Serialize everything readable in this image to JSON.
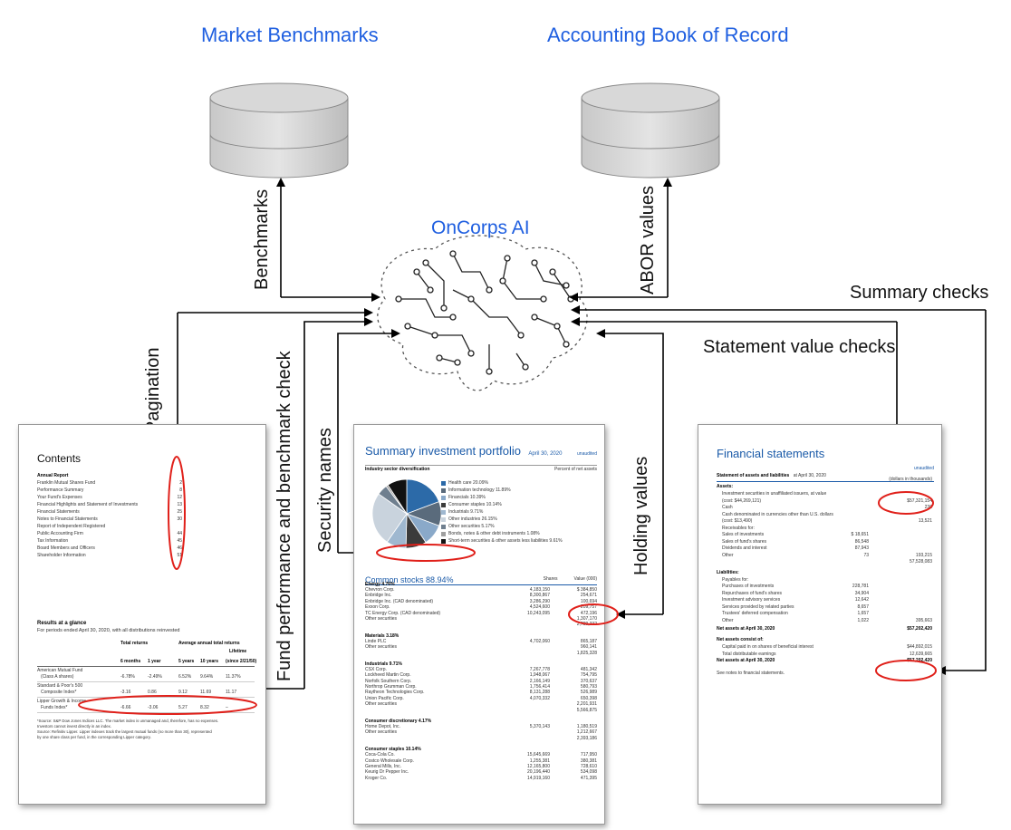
{
  "titles": {
    "market_benchmarks": "Market Benchmarks",
    "abor": "Accounting Book of Record",
    "oncorps": "OnCorps AI"
  },
  "flow_labels": {
    "benchmarks": "Benchmarks",
    "abor_values": "ABOR values",
    "summary_checks": "Summary checks",
    "statement_value_checks": "Statement value checks",
    "pagination": "Pagination",
    "fund_performance": "Fund performance and benchmark check",
    "security_names": "Security names",
    "holding_values": "Holding values"
  },
  "doc1": {
    "title": "Contents",
    "section": "Annual Report",
    "items": [
      {
        "label": "Franklin Mutual Shares Fund",
        "page": "2"
      },
      {
        "label": "Performance Summary",
        "page": "8"
      },
      {
        "label": "Your Fund's Expenses",
        "page": "12"
      },
      {
        "label": "Financial Highlights and Statement of Investments",
        "page": "13"
      },
      {
        "label": "Financial Statements",
        "page": "25"
      },
      {
        "label": "Notes to Financial Statements",
        "page": "30"
      },
      {
        "label": "Report of Independent Registered",
        "page": ""
      },
      {
        "label": "Public Accounting Firm",
        "page": "44"
      },
      {
        "label": "Tax Information",
        "page": "45"
      },
      {
        "label": "Board Members and Officers",
        "page": "46"
      },
      {
        "label": "Shareholder Information",
        "page": "51"
      }
    ],
    "results_title": "Results at a glance",
    "results_sub": "For periods ended April 30, 2020, with all distributions reinvested",
    "head_total": "Total returns",
    "head_avg": "Average annual total returns",
    "head_lifetime": "Lifetime",
    "cols": [
      "6 months",
      "1 year",
      "5 years",
      "10 years",
      "(since 2/21/50)"
    ],
    "rows": [
      {
        "name": "American Mutual Fund",
        "sub": "(Class A shares)",
        "vals": [
          "-6.78%",
          "-2.49%",
          "6.52%",
          "9.64%",
          "11.37%"
        ]
      },
      {
        "name": "Standard & Poor's 500",
        "sub": "Composite Index*",
        "vals": [
          "-3.16",
          "0.86",
          "9.12",
          "11.69",
          "11.17"
        ]
      },
      {
        "name": "Lipper Growth & Income",
        "sub": "Funds Index*",
        "vals": [
          "-6.66",
          "-3.06",
          "5.27",
          "8.32",
          "–"
        ]
      }
    ],
    "note1": "*Source: S&P Dow Jones Indices LLC. The market index is unmanaged and, therefore, has no expenses.",
    "note2": "Investors cannot invest directly in an index.",
    "note3": "Source: Refinitiv Lipper. Lipper indexes track the largest mutual funds (no more than 30), represented",
    "note4": "by one share class per fund, in the corresponding Lipper category."
  },
  "doc2": {
    "title": "Summary investment portfolio",
    "date": "April 30, 2020",
    "unaudited": "unaudited",
    "div_label": "Industry sector diversification",
    "div_right": "Percent of net assets",
    "legend": [
      {
        "label": "Health care  20.09%",
        "color": "#2c6aa8"
      },
      {
        "label": "Information technology  11.89%",
        "color": "#5a6b7c"
      },
      {
        "label": "Financials  10.39%",
        "color": "#8aa9c9"
      },
      {
        "label": "Consumer staples  10.14%",
        "color": "#3b3b3b"
      },
      {
        "label": "Industrials  9.71%",
        "color": "#9fb8d0"
      },
      {
        "label": "Other industries  26.15%",
        "color": "#c9d3dd"
      },
      {
        "label": "Other securities  5.17%",
        "color": "#6f7f8f"
      },
      {
        "label": "Bonds, notes & other debt instruments  1.08%",
        "color": "#a0a0a0"
      },
      {
        "label": "Short-term securities & other assets less liabilities  9.61%",
        "color": "#111111"
      }
    ],
    "common_stocks": "Common stocks 88.94%",
    "shares_head": "Shares",
    "value_head": "Value (000)",
    "groups": [
      {
        "name": "Energy 4.76%",
        "rows": [
          {
            "n": "Chevron Corp.",
            "s": "4,183,150",
            "v": "$  384,850"
          },
          {
            "n": "Enbridge Inc.",
            "s": "8,300,867",
            "v": "254,671"
          },
          {
            "n": "Enbridge Inc. (CAD denominated)",
            "s": "3,286,290",
            "v": "100,694"
          },
          {
            "n": "Exxon Corp.",
            "s": "4,524,600",
            "v": "209,757"
          },
          {
            "n": "TC Energy Corp. (CAD denominated)",
            "s": "10,243,095",
            "v": "472,196"
          },
          {
            "n": "Other securities",
            "s": "",
            "v": "1,307,170"
          },
          {
            "n": "",
            "s": "",
            "v": "2,729,332"
          }
        ]
      },
      {
        "name": "Materials 3.18%",
        "rows": [
          {
            "n": "Linde PLC",
            "s": "4,702,060",
            "v": "865,187"
          },
          {
            "n": "Other securities",
            "s": "",
            "v": "960,141"
          },
          {
            "n": "",
            "s": "",
            "v": "1,825,328"
          }
        ]
      },
      {
        "name": "Industrials 9.71%",
        "rows": [
          {
            "n": "CSX Corp.",
            "s": "7,267,778",
            "v": "481,342"
          },
          {
            "n": "Lockheed Martin Corp.",
            "s": "1,948,067",
            "v": "754,795"
          },
          {
            "n": "Norfolk Southern Corp.",
            "s": "2,166,149",
            "v": "370,637"
          },
          {
            "n": "Northrop Grumman Corp.",
            "s": "1,756,414",
            "v": "580,793"
          },
          {
            "n": "Raytheon Technologies Corp.",
            "s": "8,131,288",
            "v": "526,989"
          },
          {
            "n": "Union Pacific Corp.",
            "s": "4,070,332",
            "v": "650,398"
          },
          {
            "n": "Other securities",
            "s": "",
            "v": "2,201,931"
          },
          {
            "n": "",
            "s": "",
            "v": "5,566,875"
          }
        ]
      },
      {
        "name": "Consumer discretionary 4.17%",
        "rows": [
          {
            "n": "Home Depot, Inc.",
            "s": "5,370,143",
            "v": "1,180,519"
          },
          {
            "n": "Other securities",
            "s": "",
            "v": "1,212,667"
          },
          {
            "n": "",
            "s": "",
            "v": "2,393,186"
          }
        ]
      },
      {
        "name": "Consumer staples 10.14%",
        "rows": [
          {
            "n": "Coca-Cola Co.",
            "s": "15,645,669",
            "v": "717,950"
          },
          {
            "n": "Costco Wholesale Corp.",
            "s": "1,255,381",
            "v": "380,381"
          },
          {
            "n": "General Mills, Inc.",
            "s": "12,165,800",
            "v": "728,610"
          },
          {
            "n": "Keurig Dr Pepper Inc.",
            "s": "20,196,440",
            "v": "534,098"
          },
          {
            "n": "Kroger Co.",
            "s": "14,919,160",
            "v": "471,395"
          }
        ]
      }
    ]
  },
  "doc3": {
    "title": "Financial statements",
    "subtitle": "Statement of assets and liabilities",
    "subdate": "at April 30, 2020",
    "unaudited": "unaudited",
    "thousands": "(dollars in thousands)",
    "assets_head": "Assets:",
    "assets": [
      {
        "label": "Investment securities in unaffiliated issuers, at value",
        "a": "",
        "b": ""
      },
      {
        "label": "(cost: $44,269,121)",
        "a": "",
        "b": "$57,321,154"
      },
      {
        "label": "Cash",
        "a": "",
        "b": "236"
      },
      {
        "label": "Cash denominated in currencies other than U.S. dollars",
        "a": "",
        "b": ""
      },
      {
        "label": "(cost: $13,490)",
        "a": "",
        "b": "13,521"
      },
      {
        "label": "Receivables for:",
        "a": "",
        "b": ""
      },
      {
        "label": "Sales of investments",
        "a": "$  18,651",
        "b": ""
      },
      {
        "label": "Sales of fund's shares",
        "a": "86,548",
        "b": ""
      },
      {
        "label": "Dividends and interest",
        "a": "87,943",
        "b": ""
      },
      {
        "label": "Other",
        "a": "73",
        "b": "193,215"
      },
      {
        "label": "",
        "a": "",
        "b": "57,528,083"
      }
    ],
    "liab_head": "Liabilities:",
    "liab": [
      {
        "label": "Payables for:",
        "a": "",
        "b": ""
      },
      {
        "label": "Purchases of investments",
        "a": "228,781",
        "b": ""
      },
      {
        "label": "Repurchases of fund's shares",
        "a": "34,904",
        "b": ""
      },
      {
        "label": "Investment advisory services",
        "a": "12,642",
        "b": ""
      },
      {
        "label": "Services provided by related parties",
        "a": "8,657",
        "b": ""
      },
      {
        "label": "Trustees' deferred compensation",
        "a": "1,657",
        "b": ""
      },
      {
        "label": "Other",
        "a": "1,022",
        "b": "395,663"
      }
    ],
    "net_assets": "Net assets at April 30, 2020",
    "net_assets_val": "$57,202,420",
    "consist_head": "Net assets consist of:",
    "consist": [
      {
        "label": "Capital paid in on shares of beneficial interest",
        "b": "$44,892,015"
      },
      {
        "label": "Total distributable earnings",
        "b": "12,639,665"
      }
    ],
    "net_assets2": "Net assets at April 30, 2020",
    "net_assets2_val": "$57,202,420",
    "see_notes": "See notes to financial statements."
  }
}
